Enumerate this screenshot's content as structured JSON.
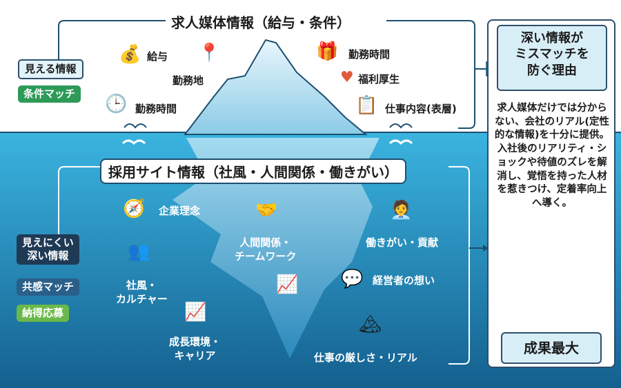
{
  "top": {
    "title": "求人媒体情報（給与・条件）",
    "tags": [
      "見える情報",
      "条件マッチ"
    ],
    "items": [
      {
        "label": "給与",
        "icon": "money-bag-icon"
      },
      {
        "label": "勤務地",
        "icon": "map-pin-icon"
      },
      {
        "label": "勤務時間",
        "icon": "clock-icon"
      },
      {
        "label": "勤務時間",
        "icon": "gift-icon"
      },
      {
        "label": "福利厚生",
        "icon": "heart-icon"
      },
      {
        "label": "仕事内容(表層)",
        "icon": "clipboard-icon"
      }
    ]
  },
  "bottom": {
    "title": "採用サイト情報（社風・人間関係・働きがい）",
    "tags": [
      "見えにくい\n深い情報",
      "共感マッチ",
      "納得応募"
    ],
    "items": [
      {
        "label": "企業理念",
        "icon": "compass-icon"
      },
      {
        "label": "人間関係・\nチームワーク",
        "icon": "handshake-icon"
      },
      {
        "label": "働きがい・貢献",
        "icon": "person-icon"
      },
      {
        "label": "社風・\nカルチャー",
        "icon": "team-icon"
      },
      {
        "label": "経営者の想い",
        "icon": "speech-icon"
      },
      {
        "label": "成長環境・\nキャリア",
        "icon": "growth-chart-icon"
      },
      {
        "label": "仕事の厳しさ・リアル",
        "icon": "mountain-flag-icon"
      }
    ]
  },
  "panel": {
    "heading": "深い情報が\nミスマッチを\n防ぐ理由",
    "body": "求人媒体だけでは分からない、会社のリアル(定性的な情報)を十分に提供。入社後のリアリティ・ショックや待値のズレを解消し、覚悟を持った人材を惹きつけ、定着率向上へ導く。",
    "result": "成果最大"
  },
  "colors": {
    "navy": "#1f3a55",
    "green": "#2e9a58",
    "lightgreen": "#6bb84a",
    "water": "#2fa6d6",
    "deep": "#15608f"
  }
}
